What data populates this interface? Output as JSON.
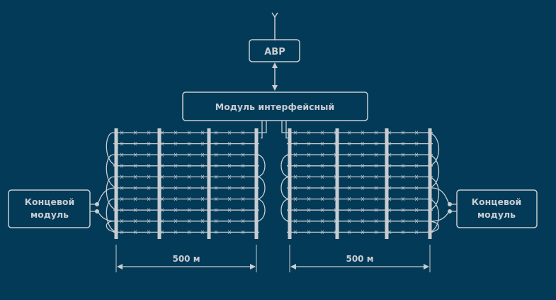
{
  "colors": {
    "background": "#033a57",
    "line": "#c8cdd1"
  },
  "abp": {
    "label": "АВР"
  },
  "interface_module": {
    "label": "Модуль интерфейсный"
  },
  "left_terminal": {
    "line1": "Концевой",
    "line2": "модуль"
  },
  "right_terminal": {
    "line1": "Концевой",
    "line2": "модуль"
  },
  "left_span": {
    "label": "500 м"
  },
  "right_span": {
    "label": "500 м"
  },
  "fence": {
    "wires_per_section": 10,
    "posts_per_section": 4
  }
}
